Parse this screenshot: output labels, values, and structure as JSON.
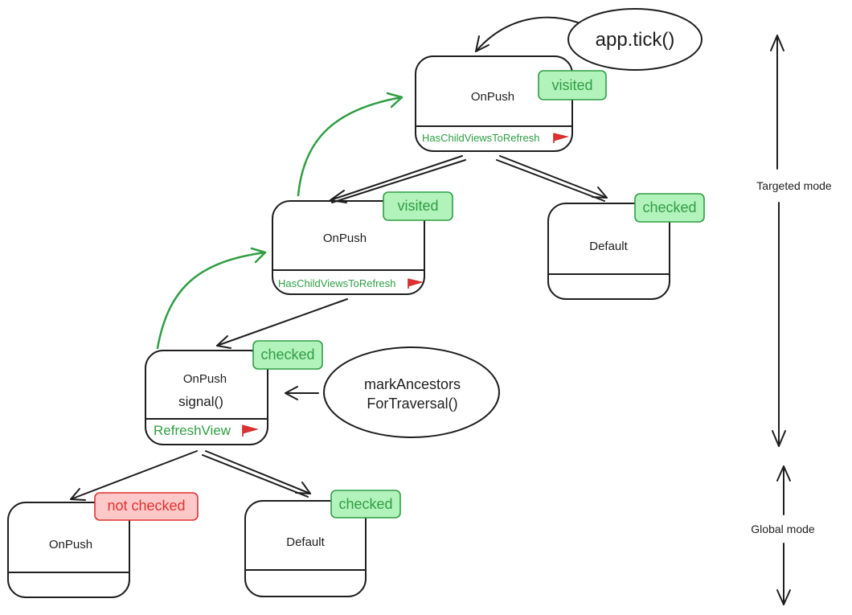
{
  "nodes": {
    "root": {
      "label": "OnPush",
      "flag": "HasChildViewsToRefresh",
      "badge": "visited"
    },
    "mid": {
      "label": "OnPush",
      "flag": "HasChildViewsToRefresh",
      "badge": "visited"
    },
    "mid_right": {
      "label": "Default",
      "badge": "checked"
    },
    "signal": {
      "label": "OnPush",
      "sublabel": "signal()",
      "flag": "RefreshView",
      "badge": "checked"
    },
    "bottom_left": {
      "label": "OnPush",
      "badge": "not checked"
    },
    "bottom_right": {
      "label": "Default",
      "badge": "checked"
    }
  },
  "calls": {
    "tick": "app.tick()",
    "mark_line1": "markAncestors",
    "mark_line2": "ForTraversal()"
  },
  "modes": {
    "targeted": "Targeted mode",
    "global": "Global mode"
  },
  "colors": {
    "stroke": "#1e1e1e",
    "green": "#2f9e44",
    "green_fill": "#b2f2bb",
    "red": "#e03131",
    "red_fill": "#ffc9c9"
  }
}
